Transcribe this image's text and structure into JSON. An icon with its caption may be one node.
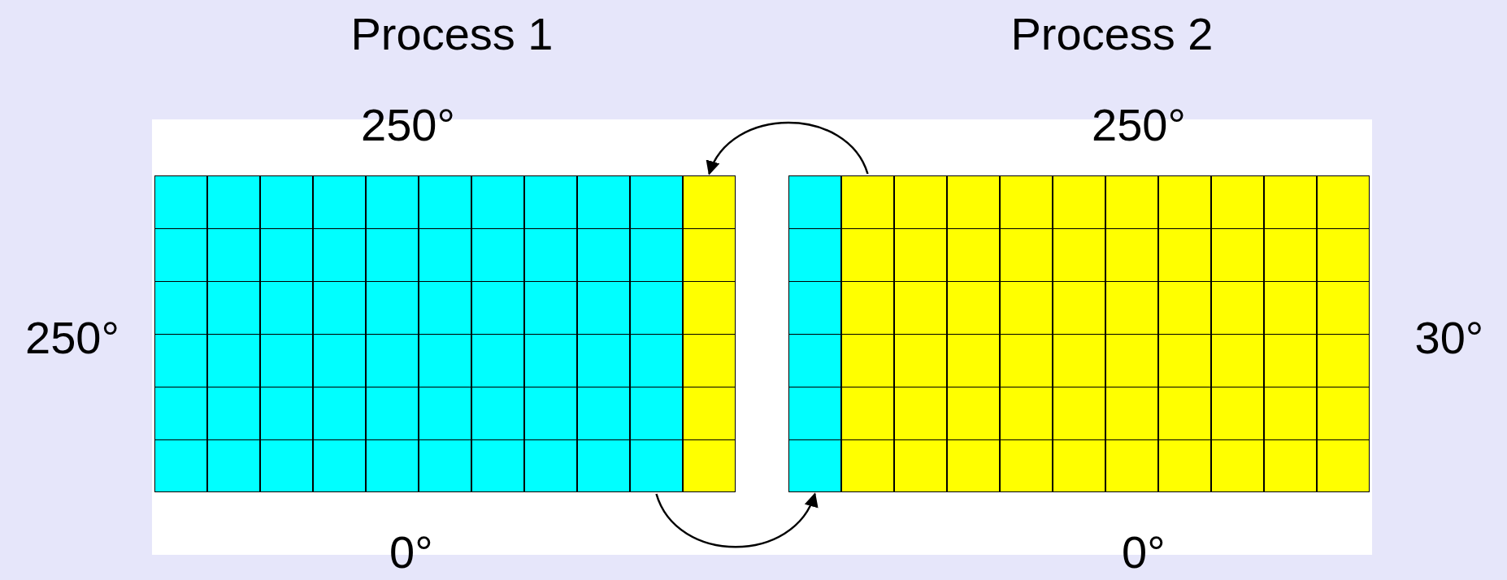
{
  "diagram": {
    "nodes": [
      {
        "text": [
          "Process 1"
        ]
      },
      {
        "text": [
          "Process 2"
        ]
      },
      {
        "text": [],
        "shape": "box"
      },
      {
        "text": [],
        "shape": "box"
      },
      {
        "text": [],
        "shape": "box"
      },
      {
        "text": [],
        "shape": "box"
      }
    ],
    "edges": [
      {
        "from": 5,
        "to": 3,
        "arrow": "to"
      },
      {
        "from": 2,
        "to": 4,
        "arrow": "to"
      }
    ],
    "labels": [
      "250°",
      "250°",
      "250°",
      "30°",
      "0°",
      "0°"
    ]
  }
}
